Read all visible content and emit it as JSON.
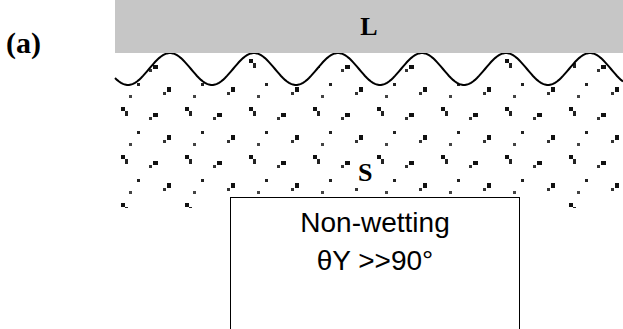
{
  "diagram": {
    "nodes": [
      {
        "text": [
          "L"
        ]
      },
      {
        "text": [
          "Non-wetting",
          "θY >>90°"
        ]
      }
    ],
    "labels": [
      "(a)",
      "S"
    ]
  }
}
